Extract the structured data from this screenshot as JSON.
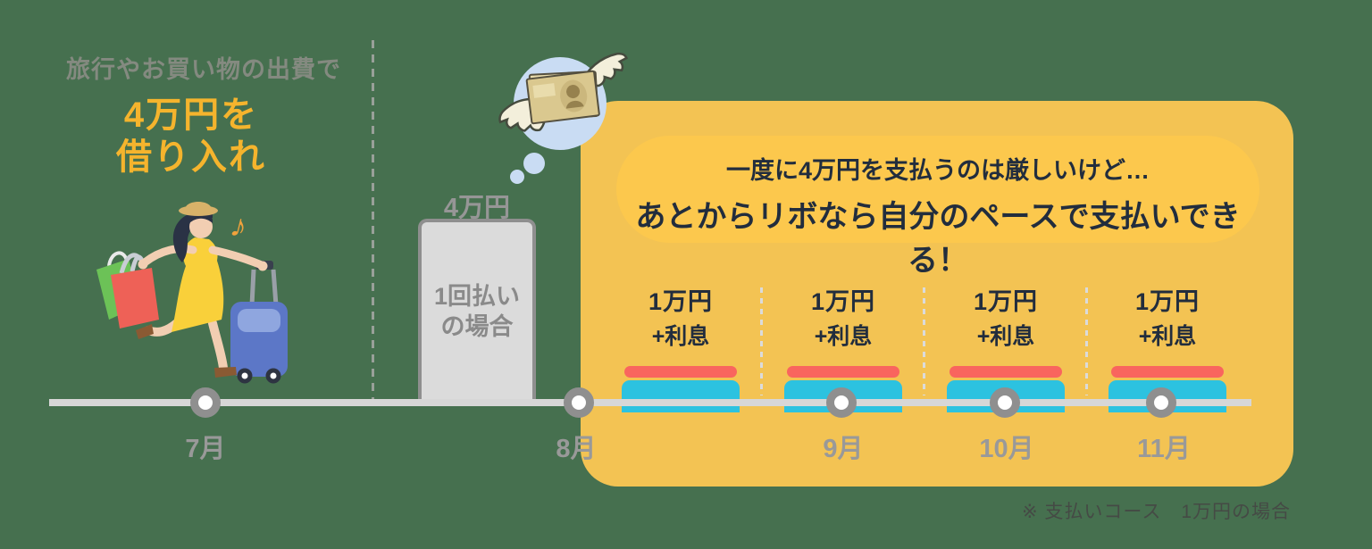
{
  "colors": {
    "background": "#46704F",
    "panel_yellow": "#F3C353",
    "bubble_yellow": "#FCC84D",
    "accent_orange": "#F5B42D",
    "navy_text": "#222D3D",
    "gray_text": "#999999",
    "red_bar": "#F9655E",
    "cyan_bar": "#2CC2E0",
    "timeline_gray": "#D7D7D7"
  },
  "intro": {
    "subtitle": "旅行やお買い物の出費で",
    "amount_line1": "4万円を",
    "amount_line2": "借り入れ"
  },
  "lump_sum": {
    "amount_label": "4万円",
    "case_line1": "1回払い",
    "case_line2": "の場合"
  },
  "revolving": {
    "bubble_line1": "一度に4万円を支払うのは厳しいけど…",
    "bubble_line2": "あとからリボなら自分のペースで支払いできる！",
    "installments": [
      {
        "amount": "1万円",
        "interest": "+利息"
      },
      {
        "amount": "1万円",
        "interest": "+利息"
      },
      {
        "amount": "1万円",
        "interest": "+利息"
      },
      {
        "amount": "1万円",
        "interest": "+利息"
      }
    ]
  },
  "timeline": {
    "months": [
      "7月",
      "8月",
      "9月",
      "10月",
      "11月"
    ]
  },
  "footnote": "※ 支払いコース　1万円の場合"
}
